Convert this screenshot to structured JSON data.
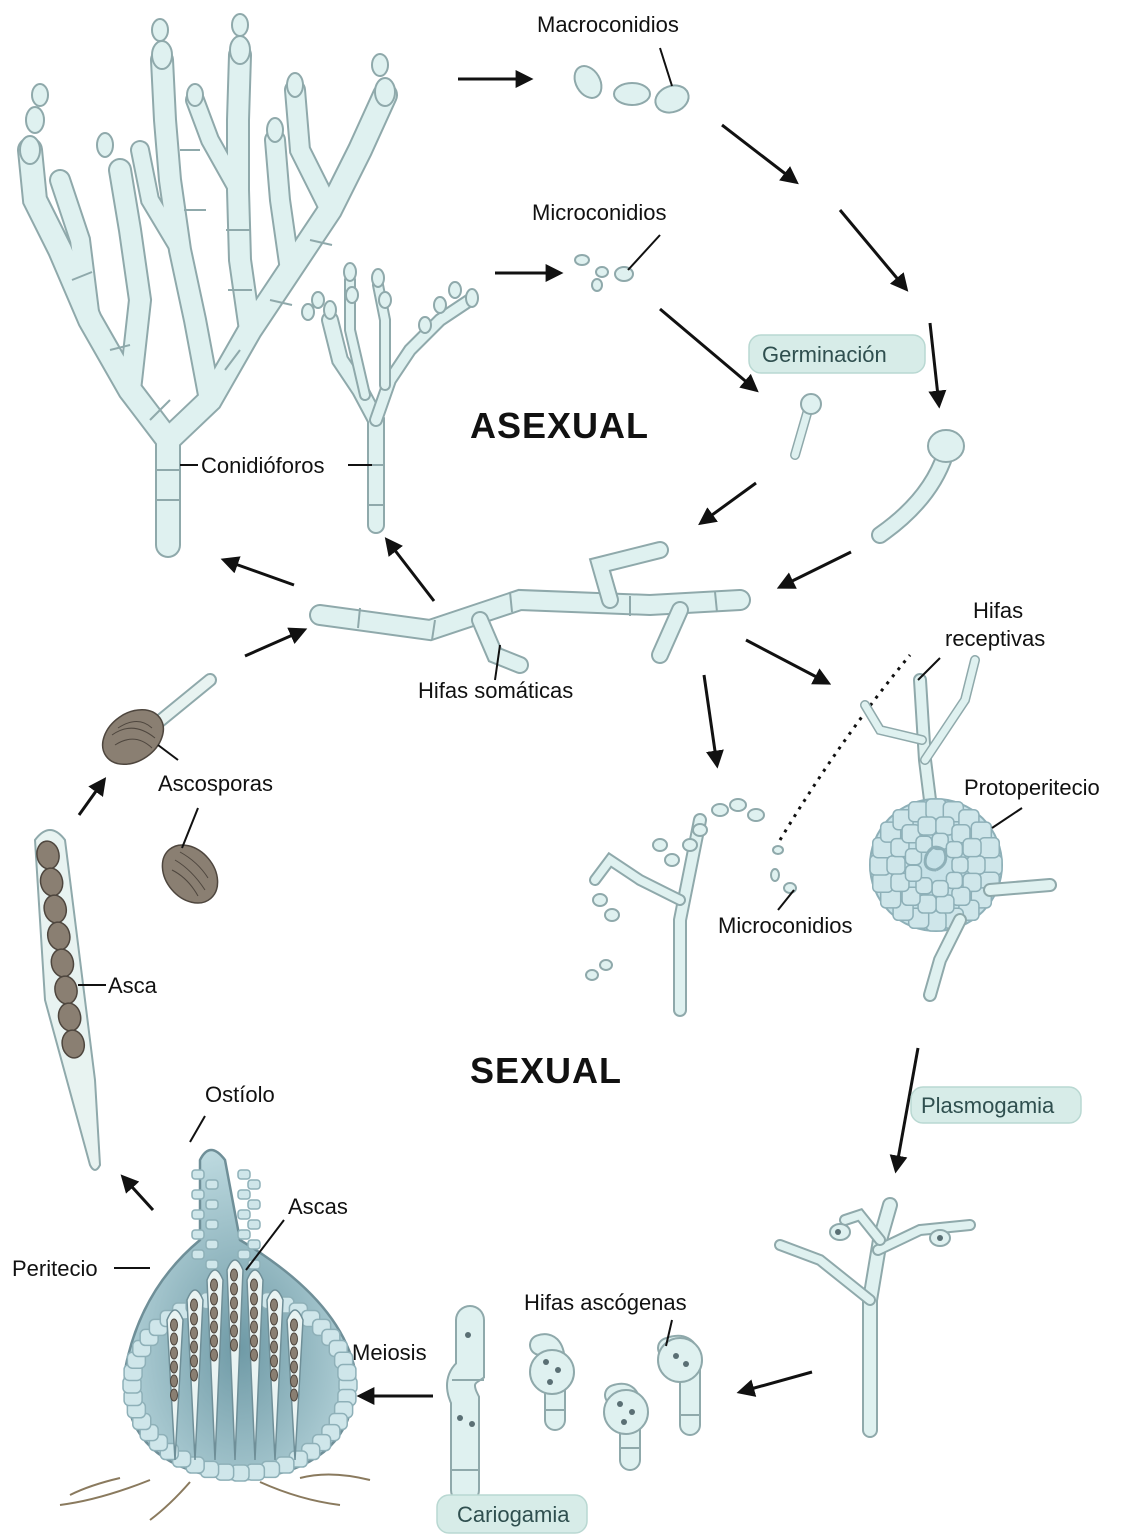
{
  "diagram": {
    "phases": {
      "asexual": "ASEXUAL",
      "sexual": "SEXUAL"
    },
    "labels": {
      "macroconidios": "Macroconidios",
      "microconidios_top": "Microconidios",
      "conidioforos": "Conidióforos",
      "hifas_somaticas": "Hifas somáticas",
      "hifas_receptivas_1": "Hifas",
      "hifas_receptivas_2": "receptivas",
      "protoperitecio": "Protoperitecio",
      "microconidios_bottom": "Microconidios",
      "ascosporas": "Ascosporas",
      "asca": "Asca",
      "ostiolo": "Ostíolo",
      "ascas": "Ascas",
      "peritecio": "Peritecio",
      "meiosis": "Meiosis",
      "hifas_ascogenas": "Hifas ascógenas"
    },
    "stages": {
      "germinacion": "Germinación",
      "plasmogamia": "Plasmogamia",
      "cariogamia": "Cariogamia"
    },
    "colors": {
      "hypha_fill": "#dff1f0",
      "hypha_stroke": "#8fa9ab",
      "stage_pill": "#d7ece8",
      "perithecium": "#a9cdd6",
      "ascospore": "#8a7f72"
    }
  }
}
